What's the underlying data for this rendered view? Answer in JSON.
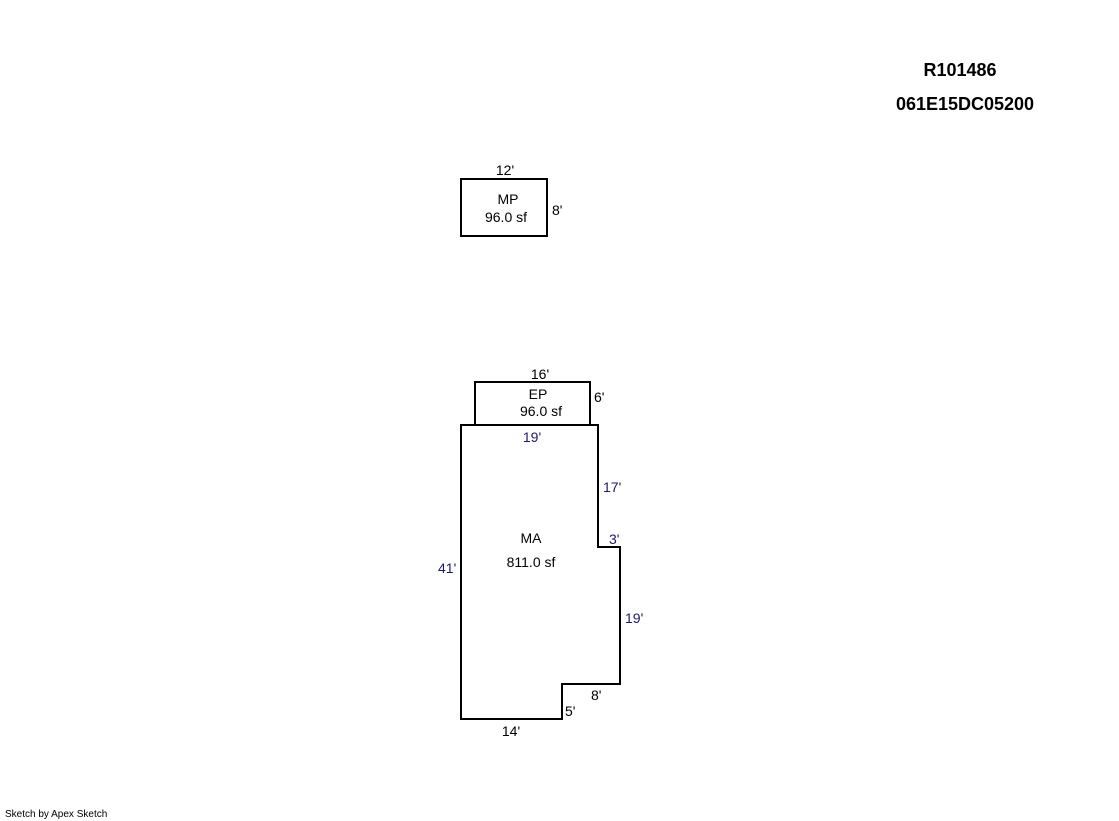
{
  "header": {
    "parcel_id": "R101486",
    "map_number": "061E15DC05200"
  },
  "footer": {
    "credit": "Sketch by Apex Sketch"
  },
  "areas": [
    {
      "code": "MP",
      "area": "96.0 sf",
      "dimensions": [
        "12'",
        "8'"
      ]
    },
    {
      "code": "EP",
      "area": "96.0 sf",
      "dimensions": [
        "16'",
        "6'"
      ]
    },
    {
      "code": "MA",
      "area": "811.0 sf",
      "dimensions": [
        "19'",
        "17'",
        "3'",
        "19'",
        "8'",
        "5'",
        "14'",
        "41'"
      ]
    }
  ]
}
